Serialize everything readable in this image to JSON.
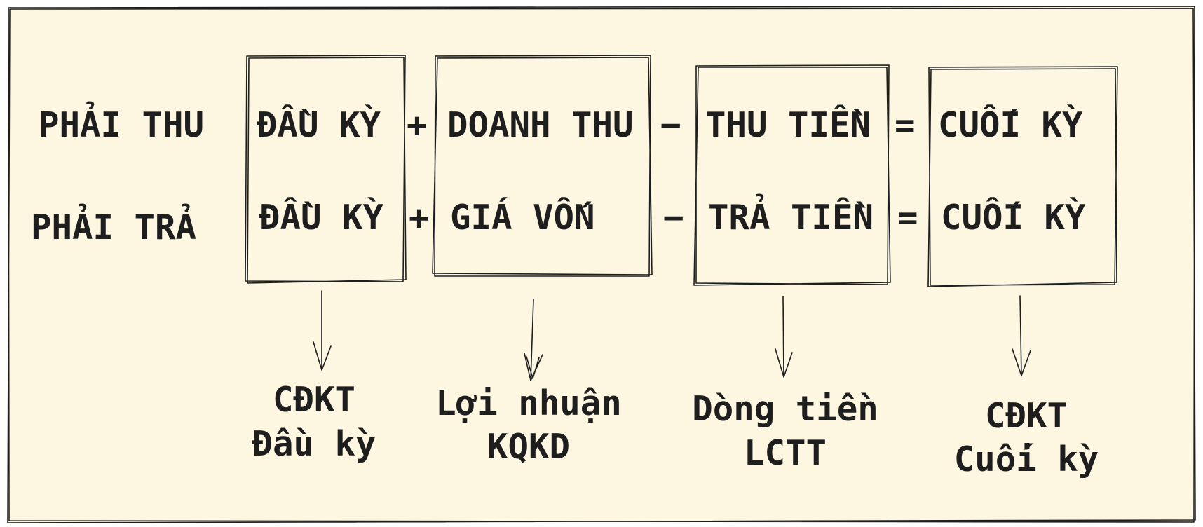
{
  "colors": {
    "background": "#fdf6e1",
    "ink": "#1e1e1e"
  },
  "rows": [
    {
      "label": "PHẢI THU",
      "begin": "ĐẦU KỲ",
      "plus": "+",
      "flow_in": "DOANH THU",
      "minus": "−",
      "flow_out": "THU TIỀN",
      "equals": "=",
      "end": "CUỐI KỲ"
    },
    {
      "label": "PHẢI TRẢ",
      "begin": "ĐẦU KỲ",
      "plus": "+",
      "flow_in": "GIÁ VỐN",
      "minus": "−",
      "flow_out": "TRẢ TIỀN",
      "equals": "=",
      "end": "CUỐI KỲ"
    }
  ],
  "captions": [
    {
      "line1": "CĐKT",
      "line2": "Đầu kỳ"
    },
    {
      "line1": "Lợi nhuận",
      "line2": "KQKD"
    },
    {
      "line1": "Dòng tiền",
      "line2": "LCTT"
    },
    {
      "line1": "CĐKT",
      "line2": "Cuối kỳ"
    }
  ]
}
